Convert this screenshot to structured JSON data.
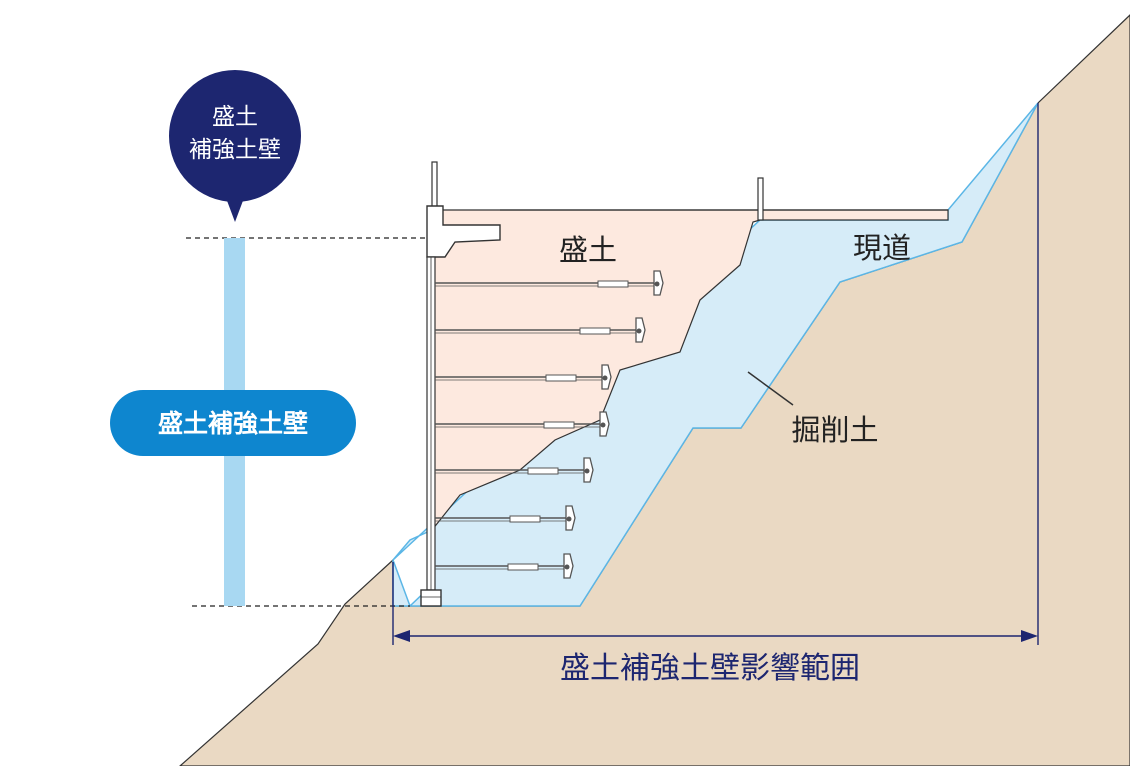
{
  "labels": {
    "bubble_line1": "盛土",
    "bubble_line2": "補強土壁",
    "pill": "盛土補強土壁",
    "fill": "盛土",
    "road": "現道",
    "excavation": "掘削土",
    "influence_range": "盛土補強土壁影響範囲"
  },
  "colors": {
    "ground": "#ead9c3",
    "fill": "#fde9df",
    "excavation": "#d6ecf8",
    "excavation_outline": "#5bb6e6",
    "navy": "#1d2670",
    "pill": "#0e86cf",
    "light_blue_bar": "#a8d8f2",
    "wall": "#555555"
  },
  "anchor_count": 7
}
